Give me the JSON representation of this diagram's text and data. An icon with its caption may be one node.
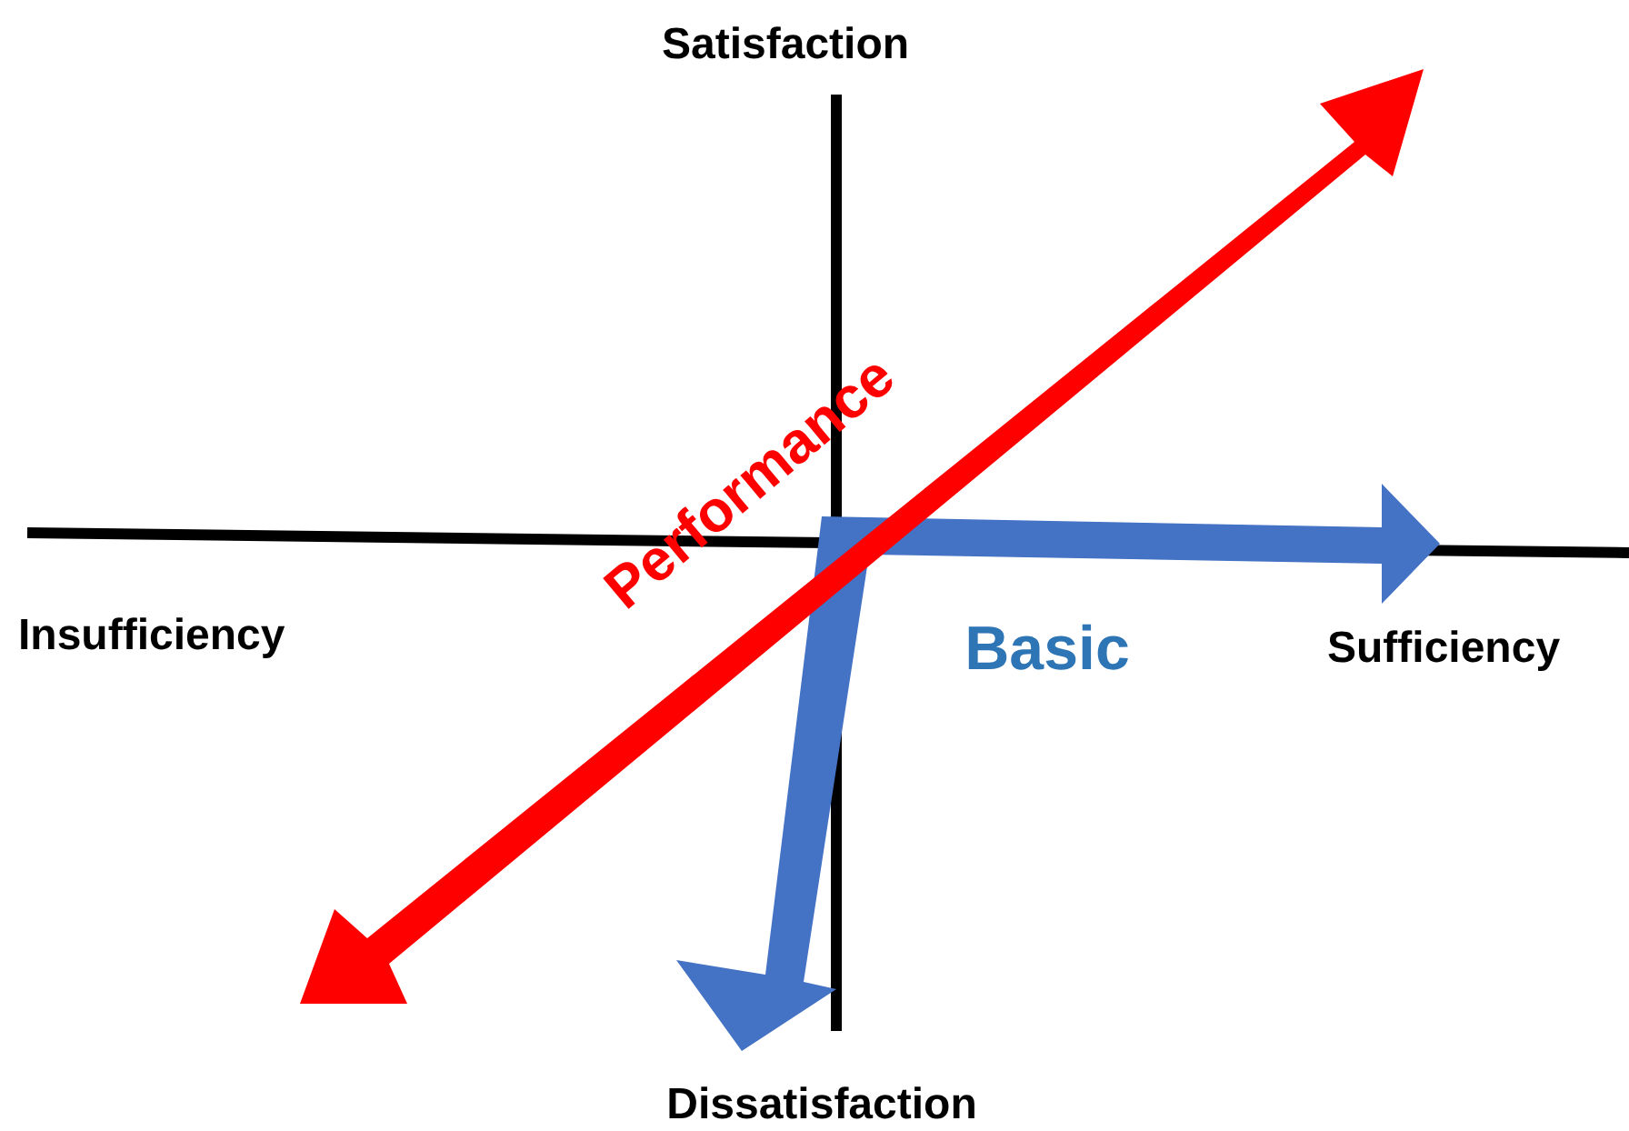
{
  "diagram": {
    "labels": [
      "Satisfaction",
      "Performance",
      "Insufficiency",
      "Basic",
      "Sufficiency",
      "Dissatisfaction"
    ]
  }
}
